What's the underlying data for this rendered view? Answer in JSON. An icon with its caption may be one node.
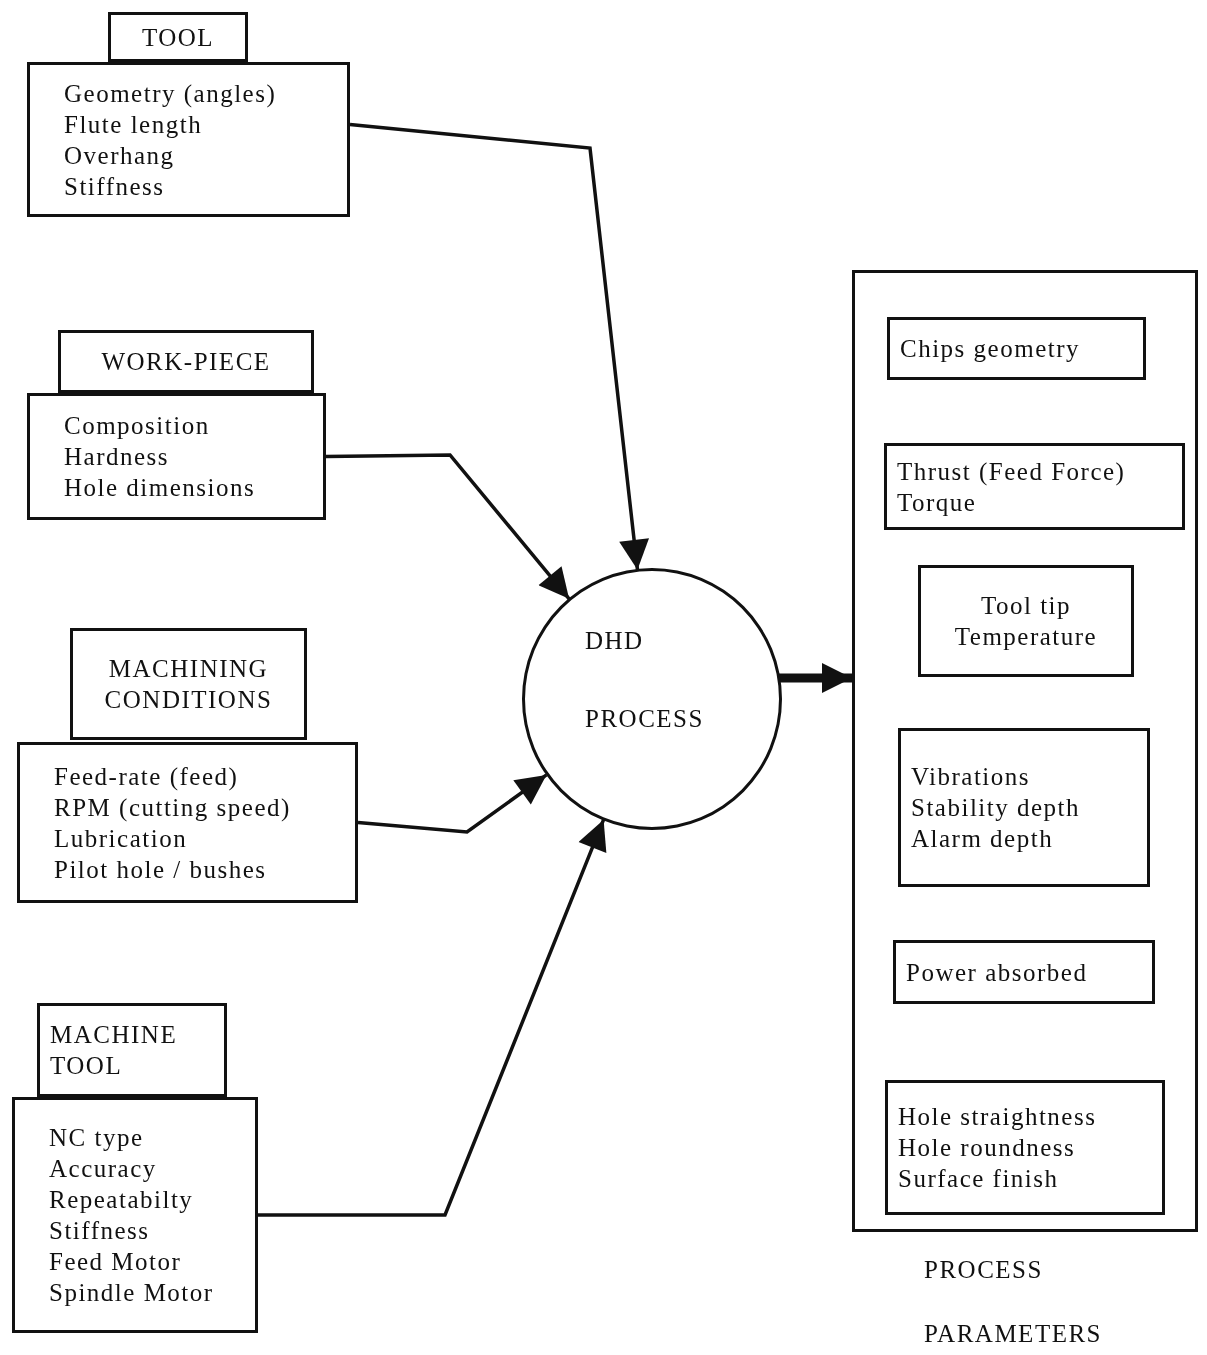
{
  "diagram": {
    "nodes": [
      {
        "text": [
          "TOOL"
        ]
      },
      {
        "text": [
          "Geometry (angles)",
          "Flute length",
          "Overhang",
          "Stiffness"
        ]
      },
      {
        "text": [
          "WORK-PIECE"
        ]
      },
      {
        "text": [
          "Composition",
          "Hardness",
          "Hole dimensions"
        ]
      },
      {
        "text": [
          "MACHINING CONDITIONS"
        ]
      },
      {
        "text": [
          "Feed-rate (feed)",
          "RPM (cutting speed)",
          "Lubrication",
          "Pilot hole / bushes"
        ]
      },
      {
        "text": [
          "MACHINE TOOL"
        ]
      },
      {
        "text": [
          "NC type",
          "Accuracy",
          "Repeatabilty",
          "Stiffness",
          "Feed Motor",
          "Spindle Motor"
        ]
      },
      {
        "text": [
          "DHD",
          "PROCESS"
        ]
      },
      {
        "text": [],
        "shape": "box",
        "beside": [
          "PROCESS",
          "PARAMETERS"
        ]
      },
      {
        "text": [
          "Chips geometry"
        ],
        "in": 9
      },
      {
        "text": [
          "Thrust (Feed Force)",
          "Torque"
        ],
        "in": 9
      },
      {
        "text": [
          "Tool tip",
          "Temperature"
        ],
        "in": 9
      },
      {
        "text": [
          "Vibrations",
          "Stability depth",
          "Alarm depth"
        ],
        "in": 9
      },
      {
        "text": [
          "Power absorbed"
        ],
        "in": 9
      },
      {
        "text": [
          "Hole straightness",
          "Hole roundness",
          "Surface finish"
        ],
        "in": 9
      }
    ],
    "edges": [
      {
        "from": 1,
        "to": 8,
        "arrow": "to"
      },
      {
        "from": 3,
        "to": 8,
        "arrow": "to"
      },
      {
        "from": 5,
        "to": 8,
        "arrow": "to"
      },
      {
        "from": 7,
        "to": 8,
        "arrow": "to"
      },
      {
        "from": 8,
        "to": 9,
        "arrow": "to",
        "style": "thick"
      }
    ]
  }
}
